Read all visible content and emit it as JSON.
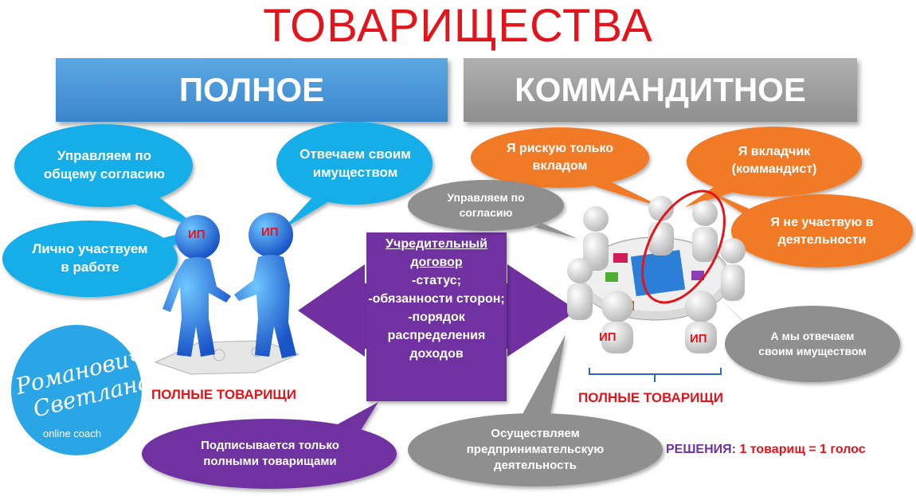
{
  "title": "ТОВАРИЩЕСТВА",
  "headers": {
    "full": "ПОЛНОЕ",
    "kommandit": "КОММАНДИТНОЕ"
  },
  "bubbles": {
    "manage": "Управляем по общему согласию",
    "answer_property": "Отвечаем своим имуществом",
    "personal": "Лично участвуем в работе",
    "signed": "Подписывается только полными товарищами",
    "risk": "Я рискую только вкладом",
    "investor": "Я вкладчик (коммандист)",
    "manage_consent": "Управляем по согласию",
    "no_part": "Я не участвую в деятельности",
    "we_answer": "А мы отвечаем своим имуществом",
    "business": "Осуществляем предпринимательскую деятельность"
  },
  "contract": {
    "heading": "Учредительный договор",
    "lines": [
      "-статус;",
      "-обязанности сторон;",
      "-порядок распределения доходов"
    ]
  },
  "labels": {
    "ip": "ИП",
    "full_partners": "ПОЛНЫЕ ТОВАРИЩИ",
    "decisions_key": "РЕШЕНИЯ:",
    "decisions_value": "1 товарищ = 1 голос"
  },
  "logo": {
    "line1": "Романович",
    "line2": "Светлана",
    "sub": "online coach"
  },
  "colors": {
    "title_red": "#e3141b",
    "blue_header": "#4a96d8",
    "gray_header": "#9a9a9a",
    "cyan_bubble": "#13aee8",
    "orange_bubble": "#f07a26",
    "gray_bubble": "#8f8f8f",
    "purple": "#7030a0",
    "logo_blue": "#2aa6e6"
  },
  "icons": {
    "handshake": "two-blue-figures-handshake-icon",
    "meeting": "round-table-puzzle-meeting-icon"
  }
}
